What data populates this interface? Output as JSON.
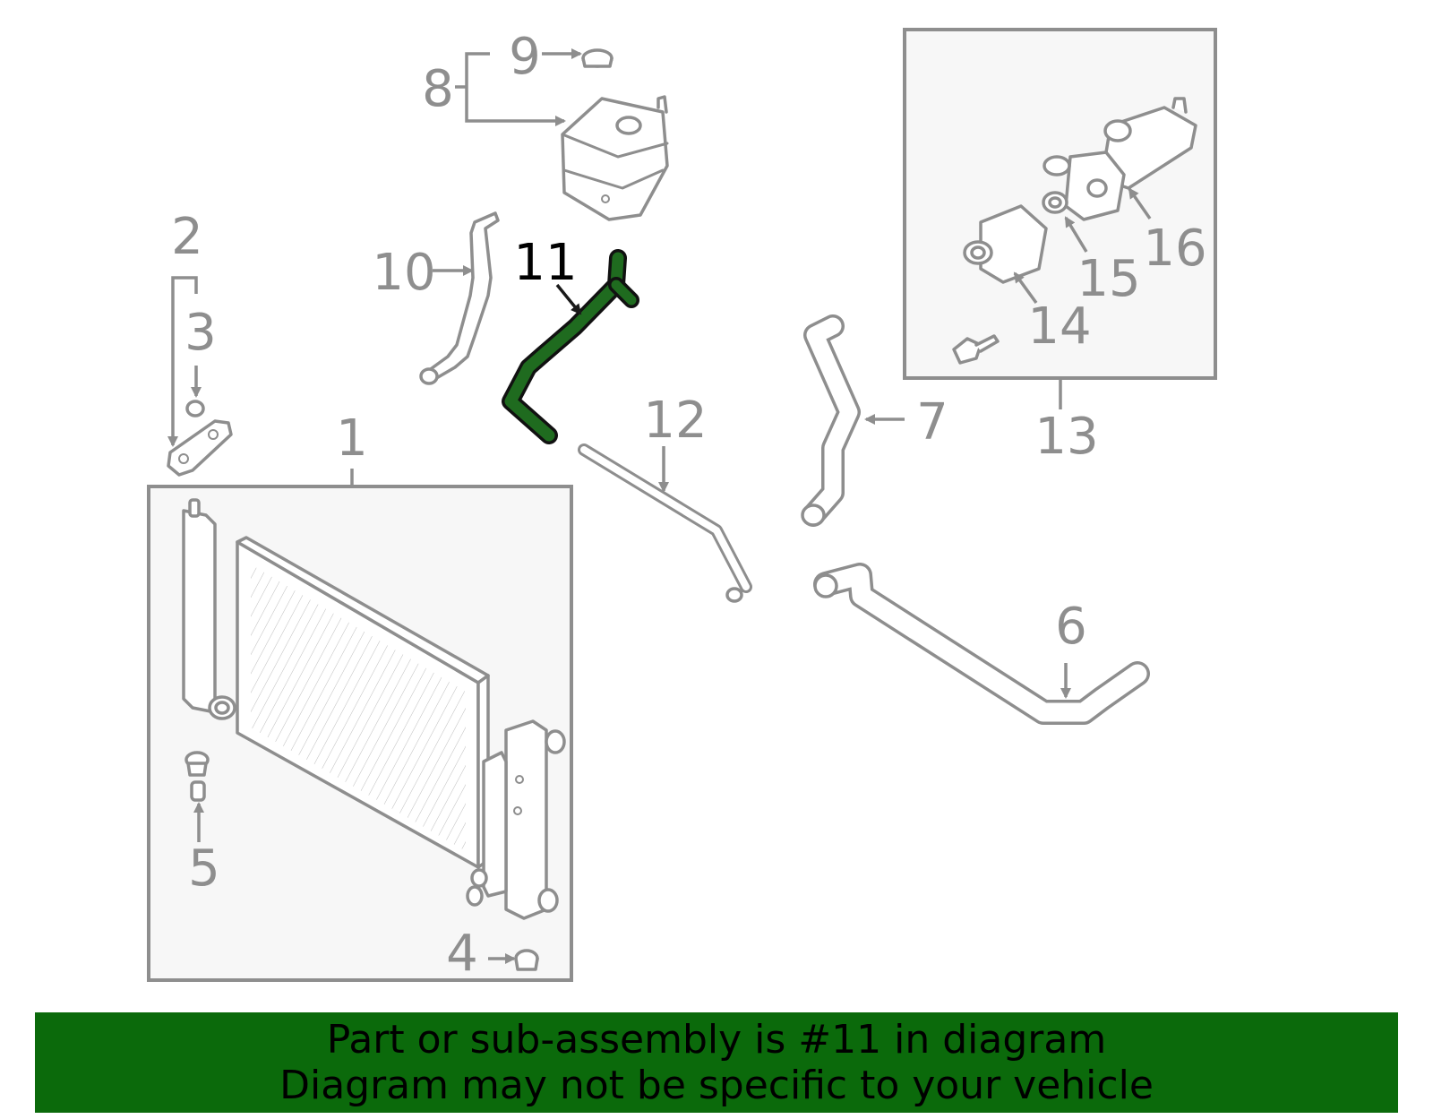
{
  "diagram": {
    "highlight_color": "#1f6b1f",
    "part_color": "#8e8e8e",
    "callouts": [
      "1",
      "2",
      "3",
      "4",
      "5",
      "6",
      "7",
      "8",
      "9",
      "10",
      "11",
      "12",
      "13",
      "14",
      "15",
      "16"
    ],
    "highlighted_callout": "11"
  },
  "banner": {
    "line1": "Part or sub-assembly is #11 in diagram",
    "line2": "Diagram may not be specific to your vehicle",
    "background": "#0b6a0b"
  }
}
